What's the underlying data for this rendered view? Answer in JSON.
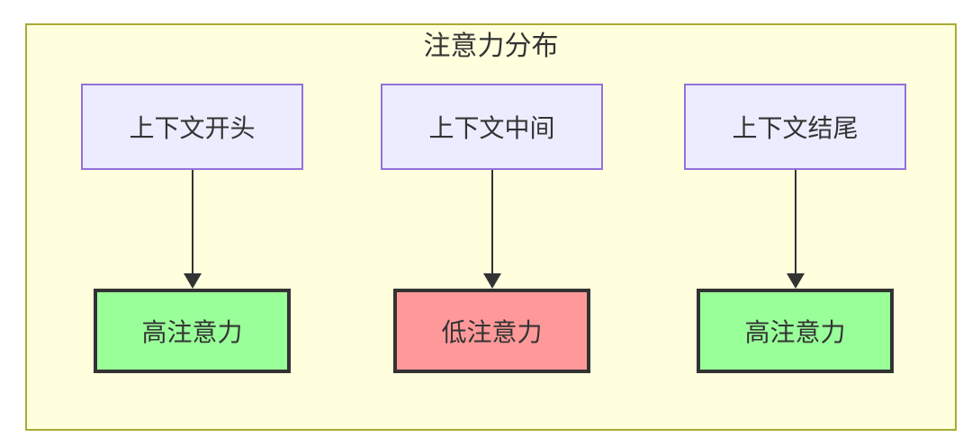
{
  "diagram": {
    "title": "注意力分布",
    "type": "flowchart",
    "top_nodes": [
      {
        "label": "上下文开头"
      },
      {
        "label": "上下文中间"
      },
      {
        "label": "上下文结尾"
      }
    ],
    "bottom_nodes": [
      {
        "label": "高注意力",
        "level": "high"
      },
      {
        "label": "低注意力",
        "level": "low"
      },
      {
        "label": "高注意力",
        "level": "high"
      }
    ],
    "edges": [
      {
        "from": "上下文开头",
        "to": "高注意力"
      },
      {
        "from": "上下文中间",
        "to": "低注意力"
      },
      {
        "from": "上下文结尾",
        "to": "高注意力"
      }
    ],
    "colors": {
      "canvas_background": "#ffffde",
      "canvas_border": "#aaaa33",
      "context_node_fill": "#ececff",
      "context_node_border": "#9370db",
      "high_attention_fill": "#99ff99",
      "low_attention_fill": "#ff9999",
      "attention_node_border": "#333333",
      "arrow": "#333333",
      "text": "#333333"
    }
  }
}
